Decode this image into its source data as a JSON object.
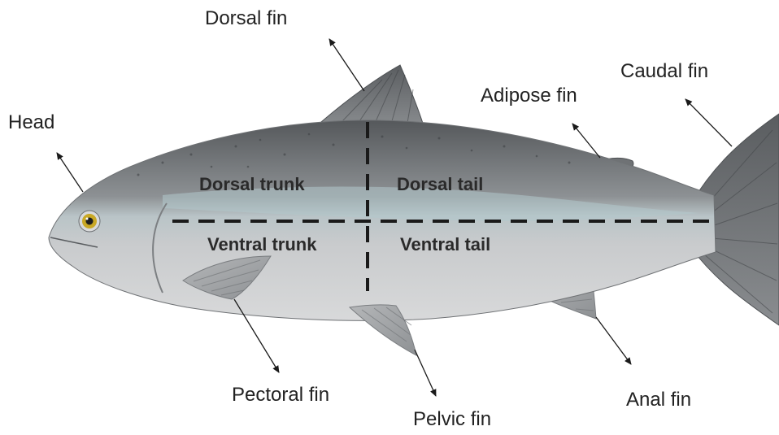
{
  "labels": {
    "dorsal_fin": "Dorsal fin",
    "caudal_fin": "Caudal fin",
    "adipose_fin": "Adipose fin",
    "head": "Head",
    "pectoral_fin": "Pectoral fin",
    "pelvic_fin": "Pelvic fin",
    "anal_fin": "Anal fin"
  },
  "regions": {
    "dorsal_trunk": "Dorsal trunk",
    "dorsal_tail": "Dorsal tail",
    "ventral_trunk": "Ventral trunk",
    "ventral_tail": "Ventral tail"
  },
  "colors": {
    "back": "#5f6265",
    "belly": "#c6c8ca",
    "stripe": "#a9c3c8",
    "fin": "#6a6d70",
    "eye": "#c9a825",
    "divider": "#1a1a1a"
  }
}
